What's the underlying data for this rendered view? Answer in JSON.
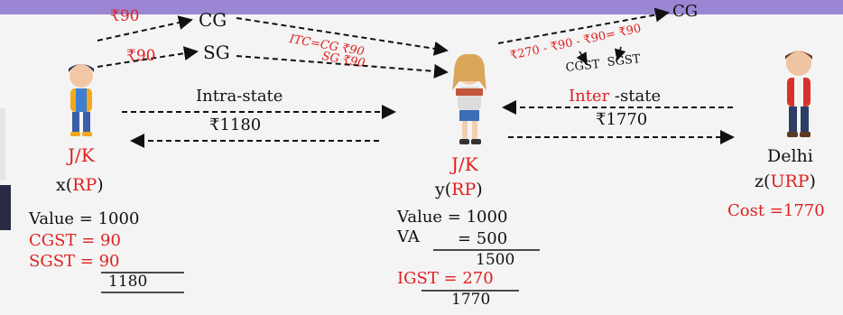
{
  "diagram": {
    "top_left": {
      "rupee_cg": "₹90",
      "cg": "CG",
      "rupee_sg": "₹90",
      "sg": "SG"
    },
    "itc": {
      "line1": "ITC=CG ₹90",
      "line2": "SG ₹90"
    },
    "top_right": {
      "cg": "CG",
      "calc": "₹270 - ₹90 - ₹90= ₹90",
      "cgst": "CGST",
      "sgst": "SGST"
    },
    "intra": {
      "label": "Intra-state",
      "amount": "₹1180"
    },
    "inter": {
      "label_red": "Inter",
      "label_rest": " -state",
      "amount": "₹1770"
    },
    "x": {
      "state": "J/K",
      "name_prefix": "x(",
      "reg": "RP",
      "name_suffix": ")",
      "value": "Value = 1000",
      "cgst": "CGST = 90",
      "sgst": "SGST = 90",
      "total": "1180"
    },
    "y": {
      "state": "J/K",
      "name_prefix": "y(",
      "reg": "RP",
      "name_suffix": ")",
      "value": "Value = 1000",
      "va_label": "VA",
      "va_value": "= 500",
      "subtotal": "1500",
      "igst": "IGST = 270",
      "total": "1770"
    },
    "z": {
      "state": "Delhi",
      "name_prefix": "z(",
      "reg": "URP",
      "name_suffix": ")",
      "cost": "Cost =1770"
    }
  },
  "colors": {
    "accent_red": "#e01f1f",
    "top_bar": "#9b86d3"
  }
}
